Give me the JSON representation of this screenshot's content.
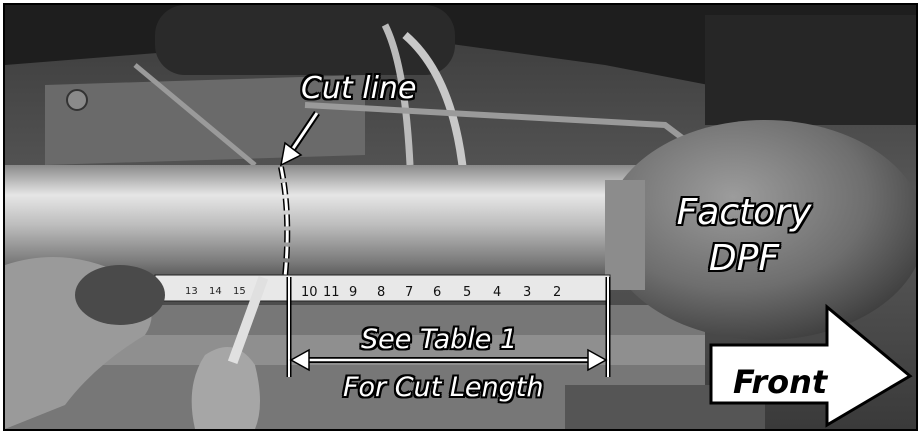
{
  "labels": {
    "cut_line": "Cut line",
    "factory": "Factory",
    "dpf": "DPF",
    "see_table": "See Table 1",
    "for_cut_length": "For Cut Length",
    "front": "Front"
  },
  "tape": {
    "numbers_left": [
      "13",
      "14",
      "15"
    ],
    "numbers_right": [
      "10",
      "11",
      "9",
      "8",
      "7",
      "6",
      "5",
      "4",
      "3",
      "2"
    ]
  },
  "colors": {
    "annotation_text": "#ffffff",
    "arrow_fill": "#ffffff",
    "outline": "#000000"
  }
}
